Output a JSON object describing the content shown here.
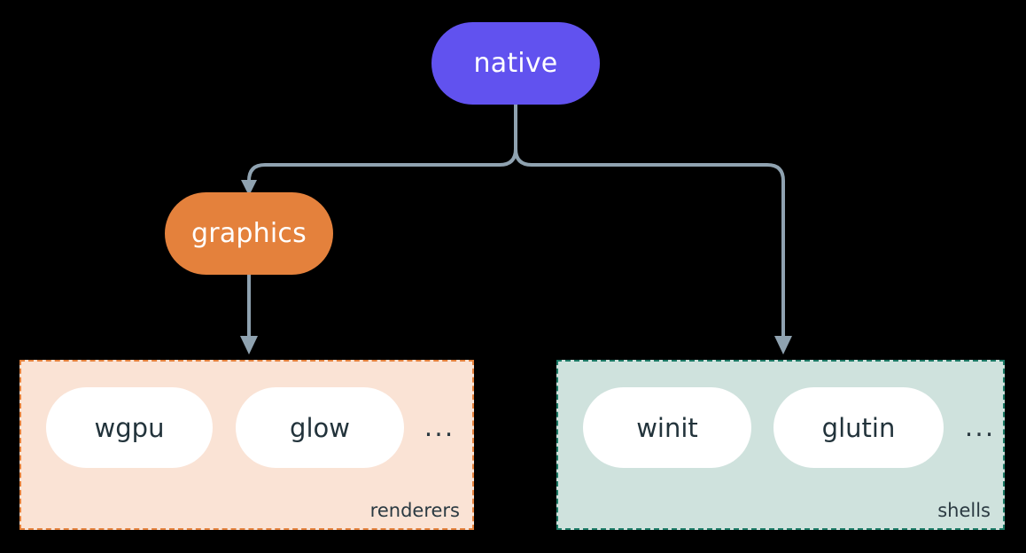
{
  "diagram": {
    "title": "native",
    "background_color": "#000000",
    "edge_color": "#8FA2B0",
    "nodes": {
      "native": {
        "label": "native",
        "color": "#6152EF",
        "text_color": "#FFFFFF",
        "shape": "rounded-pill"
      },
      "graphics": {
        "label": "graphics",
        "color": "#E4813C",
        "text_color": "#FFFFFF",
        "shape": "rounded-pill"
      }
    },
    "groups": [
      {
        "id": "renderers",
        "label": "renderers",
        "fill_color": "#FAE3D5",
        "border_color": "#E4813C",
        "border_style": "dashed",
        "label_color": "#2B3A42",
        "items": [
          {
            "label": "wgpu"
          },
          {
            "label": "glow"
          }
        ],
        "overflow": "..."
      },
      {
        "id": "shells",
        "label": "shells",
        "fill_color": "#CFE2DD",
        "border_color": "#1C7A66",
        "border_style": "dashed",
        "label_color": "#2B3A42",
        "items": [
          {
            "label": "winit"
          },
          {
            "label": "glutin"
          }
        ],
        "overflow": "..."
      }
    ],
    "edges": [
      {
        "from": "native",
        "to": "graphics",
        "arrow": true
      },
      {
        "from": "native",
        "to": "shells",
        "arrow": true
      },
      {
        "from": "graphics",
        "to": "renderers",
        "arrow": true
      }
    ]
  }
}
